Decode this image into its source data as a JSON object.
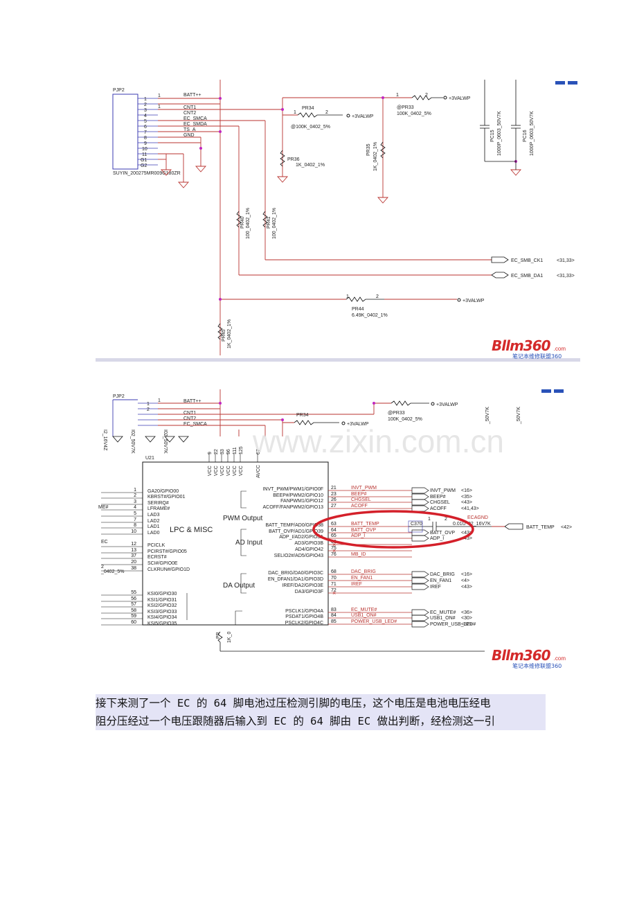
{
  "figure1": {
    "connector": {
      "ref": "PJP2",
      "part": "SUYIN_200275MR009G180ZR",
      "pins": [
        "1",
        "2",
        "3",
        "4",
        "5",
        "6",
        "7",
        "8",
        "9",
        "10",
        "11",
        "G1",
        "G2"
      ],
      "nets": [
        "BATT++",
        "CNT1",
        "CNT2",
        "EC_SMCA",
        "EC_SMDA",
        "TS_A",
        "GND"
      ]
    },
    "pr34": {
      "ref": "PR34",
      "value": "@100K_0402_5%",
      "net": "+3VALWP"
    },
    "pr33": {
      "ref": "@PR33",
      "value": "100K_0402_5%",
      "net": "+3VALWP"
    },
    "pr36": {
      "ref": "PR36",
      "value": "1K_0402_1%"
    },
    "pr35": {
      "ref": "PR35",
      "value": "1K_0402_1%"
    },
    "pc15": {
      "ref": "PC15",
      "value": "1000P_0603_50V7K"
    },
    "pc16": {
      "ref": "PC16",
      "value": "1000P_0603_50V7K"
    },
    "pr40": {
      "ref": "PR40",
      "value": "100_0402_1%"
    },
    "pr41": {
      "ref": "PR41",
      "value": "100_0402_1%"
    },
    "pr44": {
      "ref": "PR44",
      "value": "6.49K_0402_1%",
      "net": "+3VALWP"
    },
    "pr45": {
      "ref": "PR45",
      "value": "1K_0402_1%"
    },
    "ports": [
      {
        "name": "EC_SMB_CK1",
        "ref": "<31,33>"
      },
      {
        "name": "EC_SMB_DA1",
        "ref": "<31,33>"
      }
    ],
    "pin_nums": {
      "one": "1",
      "two": "2"
    }
  },
  "figure2": {
    "connector": {
      "ref": "PJP2",
      "nets": [
        "BATT++",
        "CNT1",
        "CNT2",
        "EC_SMCA"
      ]
    },
    "pr34": {
      "ref": "PR34",
      "net": "+3VALWP"
    },
    "pr33": {
      "ref": "@PR33",
      "value": "100K_0402_5%",
      "net": "+3VALWP"
    },
    "cap_values": [
      "_50V7K",
      "_50V7K"
    ],
    "left_vertical": [
      "I2_16V4Z",
      "I02_50V7K",
      "I02_50V7K"
    ],
    "ic": {
      "ref": "U21",
      "section_lpc": "LPC & MISC",
      "section_pwm": "PWM Output",
      "section_ad": "AD Input",
      "section_da": "DA Output",
      "vcc_pins": [
        "9",
        "22",
        "33",
        "96",
        "111",
        "125"
      ],
      "vcc_label": "VCC",
      "avcc_pin": "67",
      "avcc_label": "AVCC"
    },
    "left_pins": [
      {
        "num": "1",
        "name": "GA20/GPIO00"
      },
      {
        "num": "2",
        "name": "KBRST#/GPIO01"
      },
      {
        "num": "3",
        "name": "SERIRQ#"
      },
      {
        "num": "4",
        "name": "LFRAME#"
      },
      {
        "num": "5",
        "name": "LAD3"
      },
      {
        "num": "7",
        "name": "LAD2"
      },
      {
        "num": "8",
        "name": "LAD1"
      },
      {
        "num": "10",
        "name": "LAD0"
      },
      {
        "num": "12",
        "name": "PCICLK"
      },
      {
        "num": "13",
        "name": "PCIRST#/GPIO05"
      },
      {
        "num": "37",
        "name": "ECRST#"
      },
      {
        "num": "20",
        "name": "SCI#/GPIO0E"
      },
      {
        "num": "38",
        "name": "CLKRUN#/GPIO1D"
      },
      {
        "num": "55",
        "name": "KSI0/GPIO30"
      },
      {
        "num": "56",
        "name": "KSI1/GPIO31"
      },
      {
        "num": "57",
        "name": "KSI2/GPIO32"
      },
      {
        "num": "58",
        "name": "KSI3/GPIO33"
      },
      {
        "num": "59",
        "name": "KSI4/GPIO34"
      },
      {
        "num": "60",
        "name": "KSI5/GPIO35"
      }
    ],
    "left_offpage": [
      "ME#",
      "EC",
      "_0402_5%",
      "2"
    ],
    "right_pins": [
      {
        "num": "21",
        "name": "INVT_PWM/PWM1/GPIO0F",
        "net": "INVT_PWM",
        "port": "INVT_PWM",
        "ref": "<16>"
      },
      {
        "num": "23",
        "name": "BEEP#/PWM2/GPIO10",
        "net": "BEEP#",
        "port": "BEEP#",
        "ref": "<35>"
      },
      {
        "num": "26",
        "name": "FANPWM1/GPIO12",
        "net": "CHGSEL",
        "port": "CHGSEL",
        "ref": "<43>"
      },
      {
        "num": "27",
        "name": "ACOFF/FANPWM2/GPIO13",
        "net": "ACOFF",
        "port": "ACOFF",
        "ref": "<41,43>"
      },
      {
        "num": "63",
        "name": "BATT_TEMP/AD0/GPIO38",
        "net": "BATT_TEMP",
        "port": "",
        "ref": ""
      },
      {
        "num": "64",
        "name": "BATT_OVP/AD1/GPIO39",
        "net": "BATT_OVP",
        "port": "BATT_OVP",
        "ref": "<43>"
      },
      {
        "num": "65",
        "name": "ADP_I/AD2/GPIO3A",
        "net": "ADP_I",
        "port": "ADP_I",
        "ref": "<43>"
      },
      {
        "num": "66",
        "name": "AD3/GPIO3B",
        "net": "",
        "port": "",
        "ref": ""
      },
      {
        "num": "75",
        "name": "AD4/GPIO42",
        "net": "",
        "port": "",
        "ref": ""
      },
      {
        "num": "76",
        "name": "SELIO2#/AD5/GPIO43",
        "net": "MB_ID",
        "port": "",
        "ref": ""
      },
      {
        "num": "68",
        "name": "DAC_BRIG/DA0/GPIO3C",
        "net": "DAC_BRIG",
        "port": "DAC_BRIG",
        "ref": "<16>"
      },
      {
        "num": "70",
        "name": "EN_DFAN1/DA1/GPIO3D",
        "net": "EN_FAN1",
        "port": "EN_FAN1",
        "ref": "<4>"
      },
      {
        "num": "71",
        "name": "IREF/DA2/GPIO3E",
        "net": "IREF",
        "port": "IREF",
        "ref": "<43>"
      },
      {
        "num": "72",
        "name": "DA3/GPIO3F",
        "net": "",
        "port": "",
        "ref": ""
      },
      {
        "num": "83",
        "name": "PSCLK1/GPIO4A",
        "net": "EC_MUTE#",
        "port": "EC_MUTE#",
        "ref": "<36>"
      },
      {
        "num": "84",
        "name": "PSDAT1/GPIO4B",
        "net": "USB1_ON#",
        "port": "USB1_ON#",
        "ref": "<30>"
      },
      {
        "num": "85",
        "name": "PSCLK2/GPIO4C",
        "net": "POWER_USB_LED#",
        "port": "POWER_USB_LED#",
        "ref": "<32>"
      }
    ],
    "c370": {
      "ref": "C370",
      "value": "0.01U",
      "part": "02_16V7K"
    },
    "ecagnd": "ECAGND",
    "batt_temp_port": {
      "name": "BATT_TEMP",
      "ref": "<42>"
    },
    "bottom_res": {
      "ref": "PR",
      "value": "1K_0"
    },
    "pin_nums": {
      "one": "1",
      "two": "2"
    }
  },
  "watermark": "www.zixin.com.cn",
  "logo": {
    "text": "Bllm360",
    "sub": "笔记本维修联盟360",
    "suffix": ".com"
  },
  "caption": {
    "line1": "接下来测了一个 EC 的 64 脚电池过压检测引脚的电压，这个电压是电池电压经电",
    "line2": "阻分压经过一个电压跟随器后输入到 EC 的 64 脚由 EC 做出判断，经检测这一引"
  },
  "colors": {
    "wire": "#b8322e",
    "wire_blue": "#3a3ab0",
    "node": "#c026c0",
    "highlight_circle": "#d4202a",
    "caption_bg": "#e4e4f6"
  }
}
